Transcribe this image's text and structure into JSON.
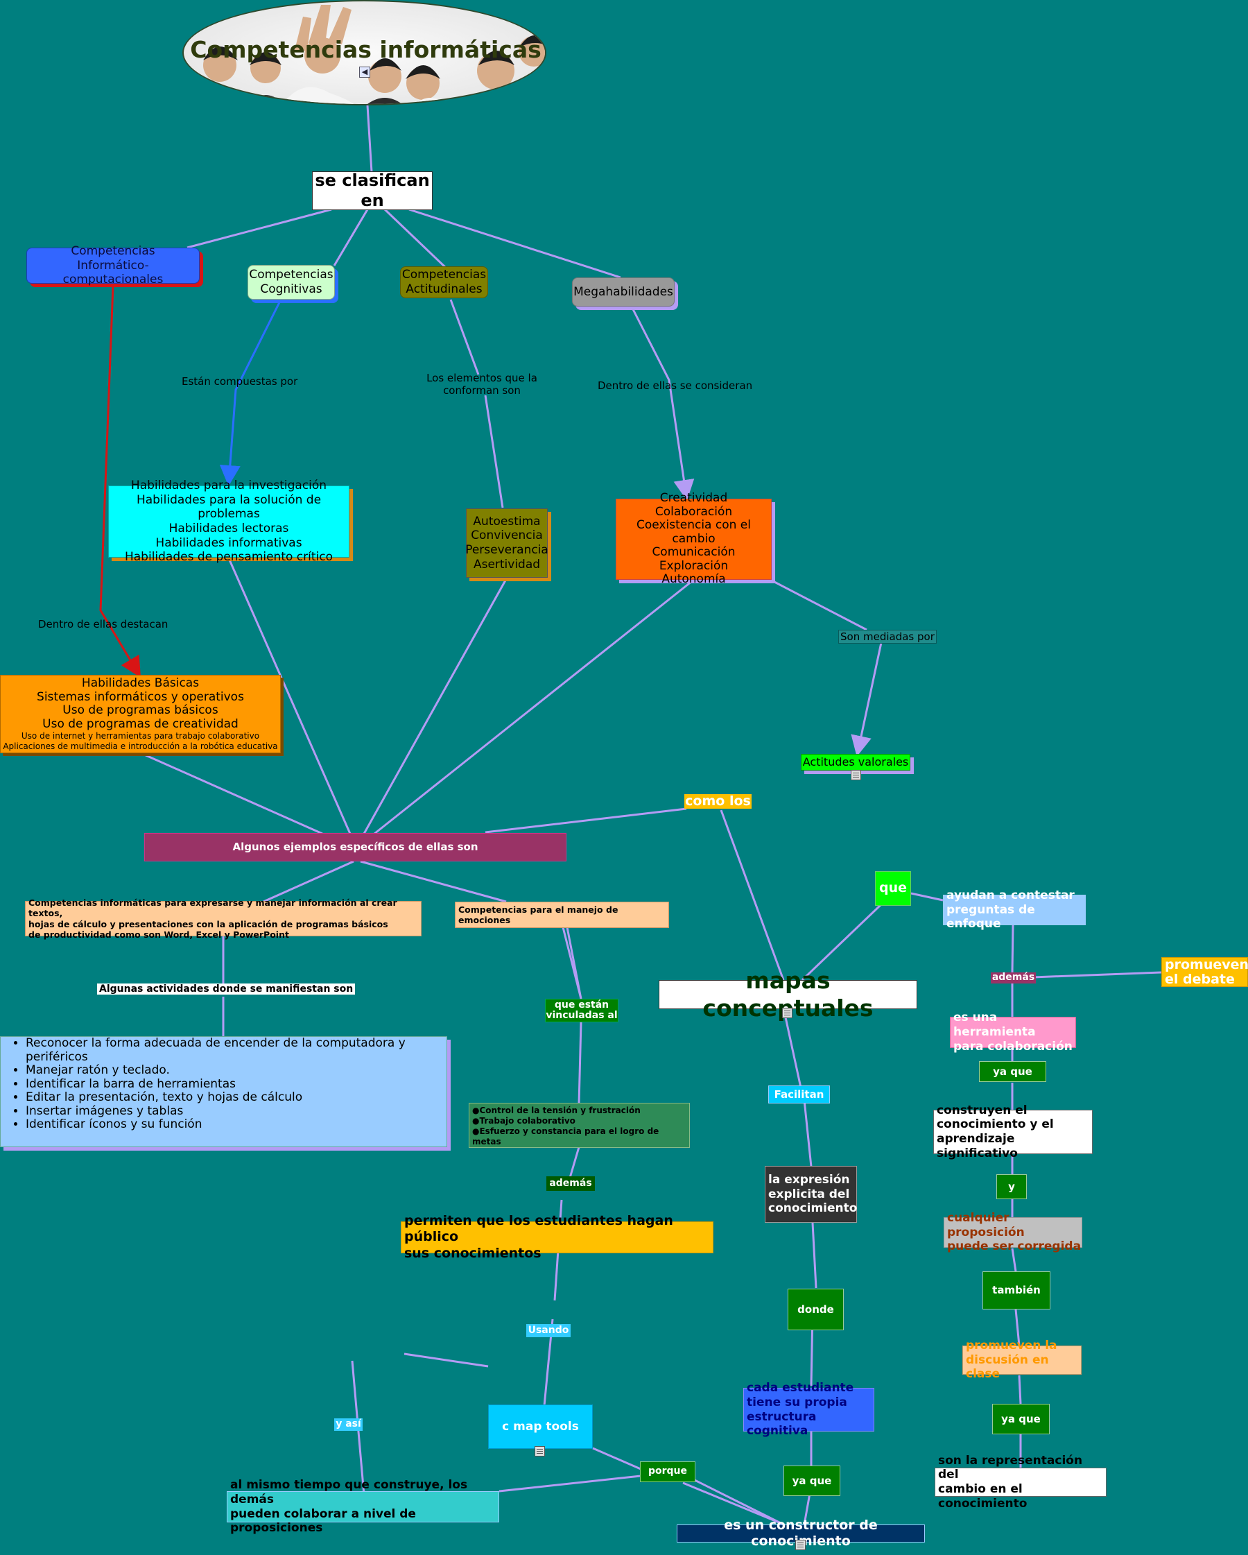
{
  "header": {
    "title": "Competencias informáticas",
    "speaker_icon": "speaker-icon"
  },
  "colors": {
    "background": "#007f7f",
    "link": "#b49cf4",
    "link_red": "#d81515",
    "link_blue": "#2a6fff"
  },
  "nodes": {
    "se_clasifican": "se clasifican\nen",
    "comp_info_comp": "Competencias\nInformático-computacionales",
    "comp_cognitivas": "Competencias\nCognitivas",
    "comp_actitudinales": "Competencias\nActitudinales",
    "megahabilidades": "Megahabilidades",
    "habilidades_inv": "Habilidades para la investigación\nHabilidades para la solución de problemas\nHabilidades lectoras\nHabilidades informativas\nHabilidades de pensamiento crítico",
    "autoestima": "Autoestima\nConvivencia\nPerseverancia\nAsertividad",
    "creatividad": "Creatividad\nColaboración\nCoexistencia con el cambio\nComunicación\nExploración\nAutonomía",
    "habilidades_basicas": "Habilidades Básicas\nSistemas informáticos y operativos\nUso de programas básicos\nUso de programas de creatividad",
    "habilidades_basicas_small": "Uso de internet y herramientas para trabajo colaborativo\nAplicaciones de multimedia e introducción a la robótica educativa",
    "actitudes_valorales": "Actitudes valorales",
    "ejemplos": "Algunos ejemplos específicos de ellas son",
    "comp_expresarse": "Competencias informáticas para expresarse y manejar información al crear textos,\nhojas de cálculo y  presentaciones con la aplicación de programas básicos\nde productividad como son Word,  Excel  y PowerPoint",
    "comp_emociones": "Competencias para el manejo de emociones",
    "actividades_list": [
      "Reconocer la forma adecuada de encender de la computadora y periféricos",
      "Manejar  ratón y teclado.",
      "Identificar la barra de herramientas",
      "Editar la presentación, texto y hojas de cálculo",
      "Insertar imágenes  y tablas",
      "Identificar íconos y su función"
    ],
    "control_list": [
      "Control de la tensión y frustración",
      "Trabajo colaborativo",
      "Esfuerzo y constancia para el logro de metas"
    ],
    "permiten": "permiten que los estudiantes hagan público\nsus conocimientos",
    "cmap_tools": "c map tools",
    "al_mismo_tiempo": "al mismo tiempo que construye, los demás\npueden colaborar a nivel de proposiciones",
    "mapas_conceptuales": "mapas conceptuales",
    "expresion_explicita": "la expresión\nexplicita del\nconocimiento",
    "cada_estudiante": "cada estudiante\ntiene su propia\nestructura cognitiva",
    "constructor": "es un constructor de conocimiento",
    "que": "que",
    "ayudan": "ayudan a contestar\npreguntas de enfoque",
    "promueven_debate": "promueven\nel debate",
    "herramienta_colab": "es una herramienta\npara colaboración",
    "construyen": "construyen el\nconocimiento y el\naprendizaje significativo",
    "cualquier_prop": "cualquier proposición\npuede ser corregida",
    "promueven_discusion": "promueven la\ndiscusión en clase",
    "representacion": "son la representación del\ncambio en el conocimiento"
  },
  "links": {
    "estan_compuestas": "Están compuestas por",
    "elementos": "Los elementos que la\nconforman son",
    "dentro_consideran": "Dentro de ellas se consideran",
    "dentro_destacan": "Dentro de ellas destacan",
    "son_mediadas": "Son mediadas por",
    "como_los": "como los",
    "algunas_actividades": "Algunas actividades donde se manifiestan son",
    "vinculadas": "que están\nvinculadas al",
    "ademas_1": "además",
    "usando": "Usando",
    "y_asi": "y así",
    "porque": "porque",
    "facilitan": "Facilitan",
    "donde": "donde",
    "ya_que_1": "ya que",
    "ademas_2": "además",
    "ya_que_2": "ya que",
    "y": "y",
    "tambien": "también",
    "ya_que_3": "ya que"
  }
}
